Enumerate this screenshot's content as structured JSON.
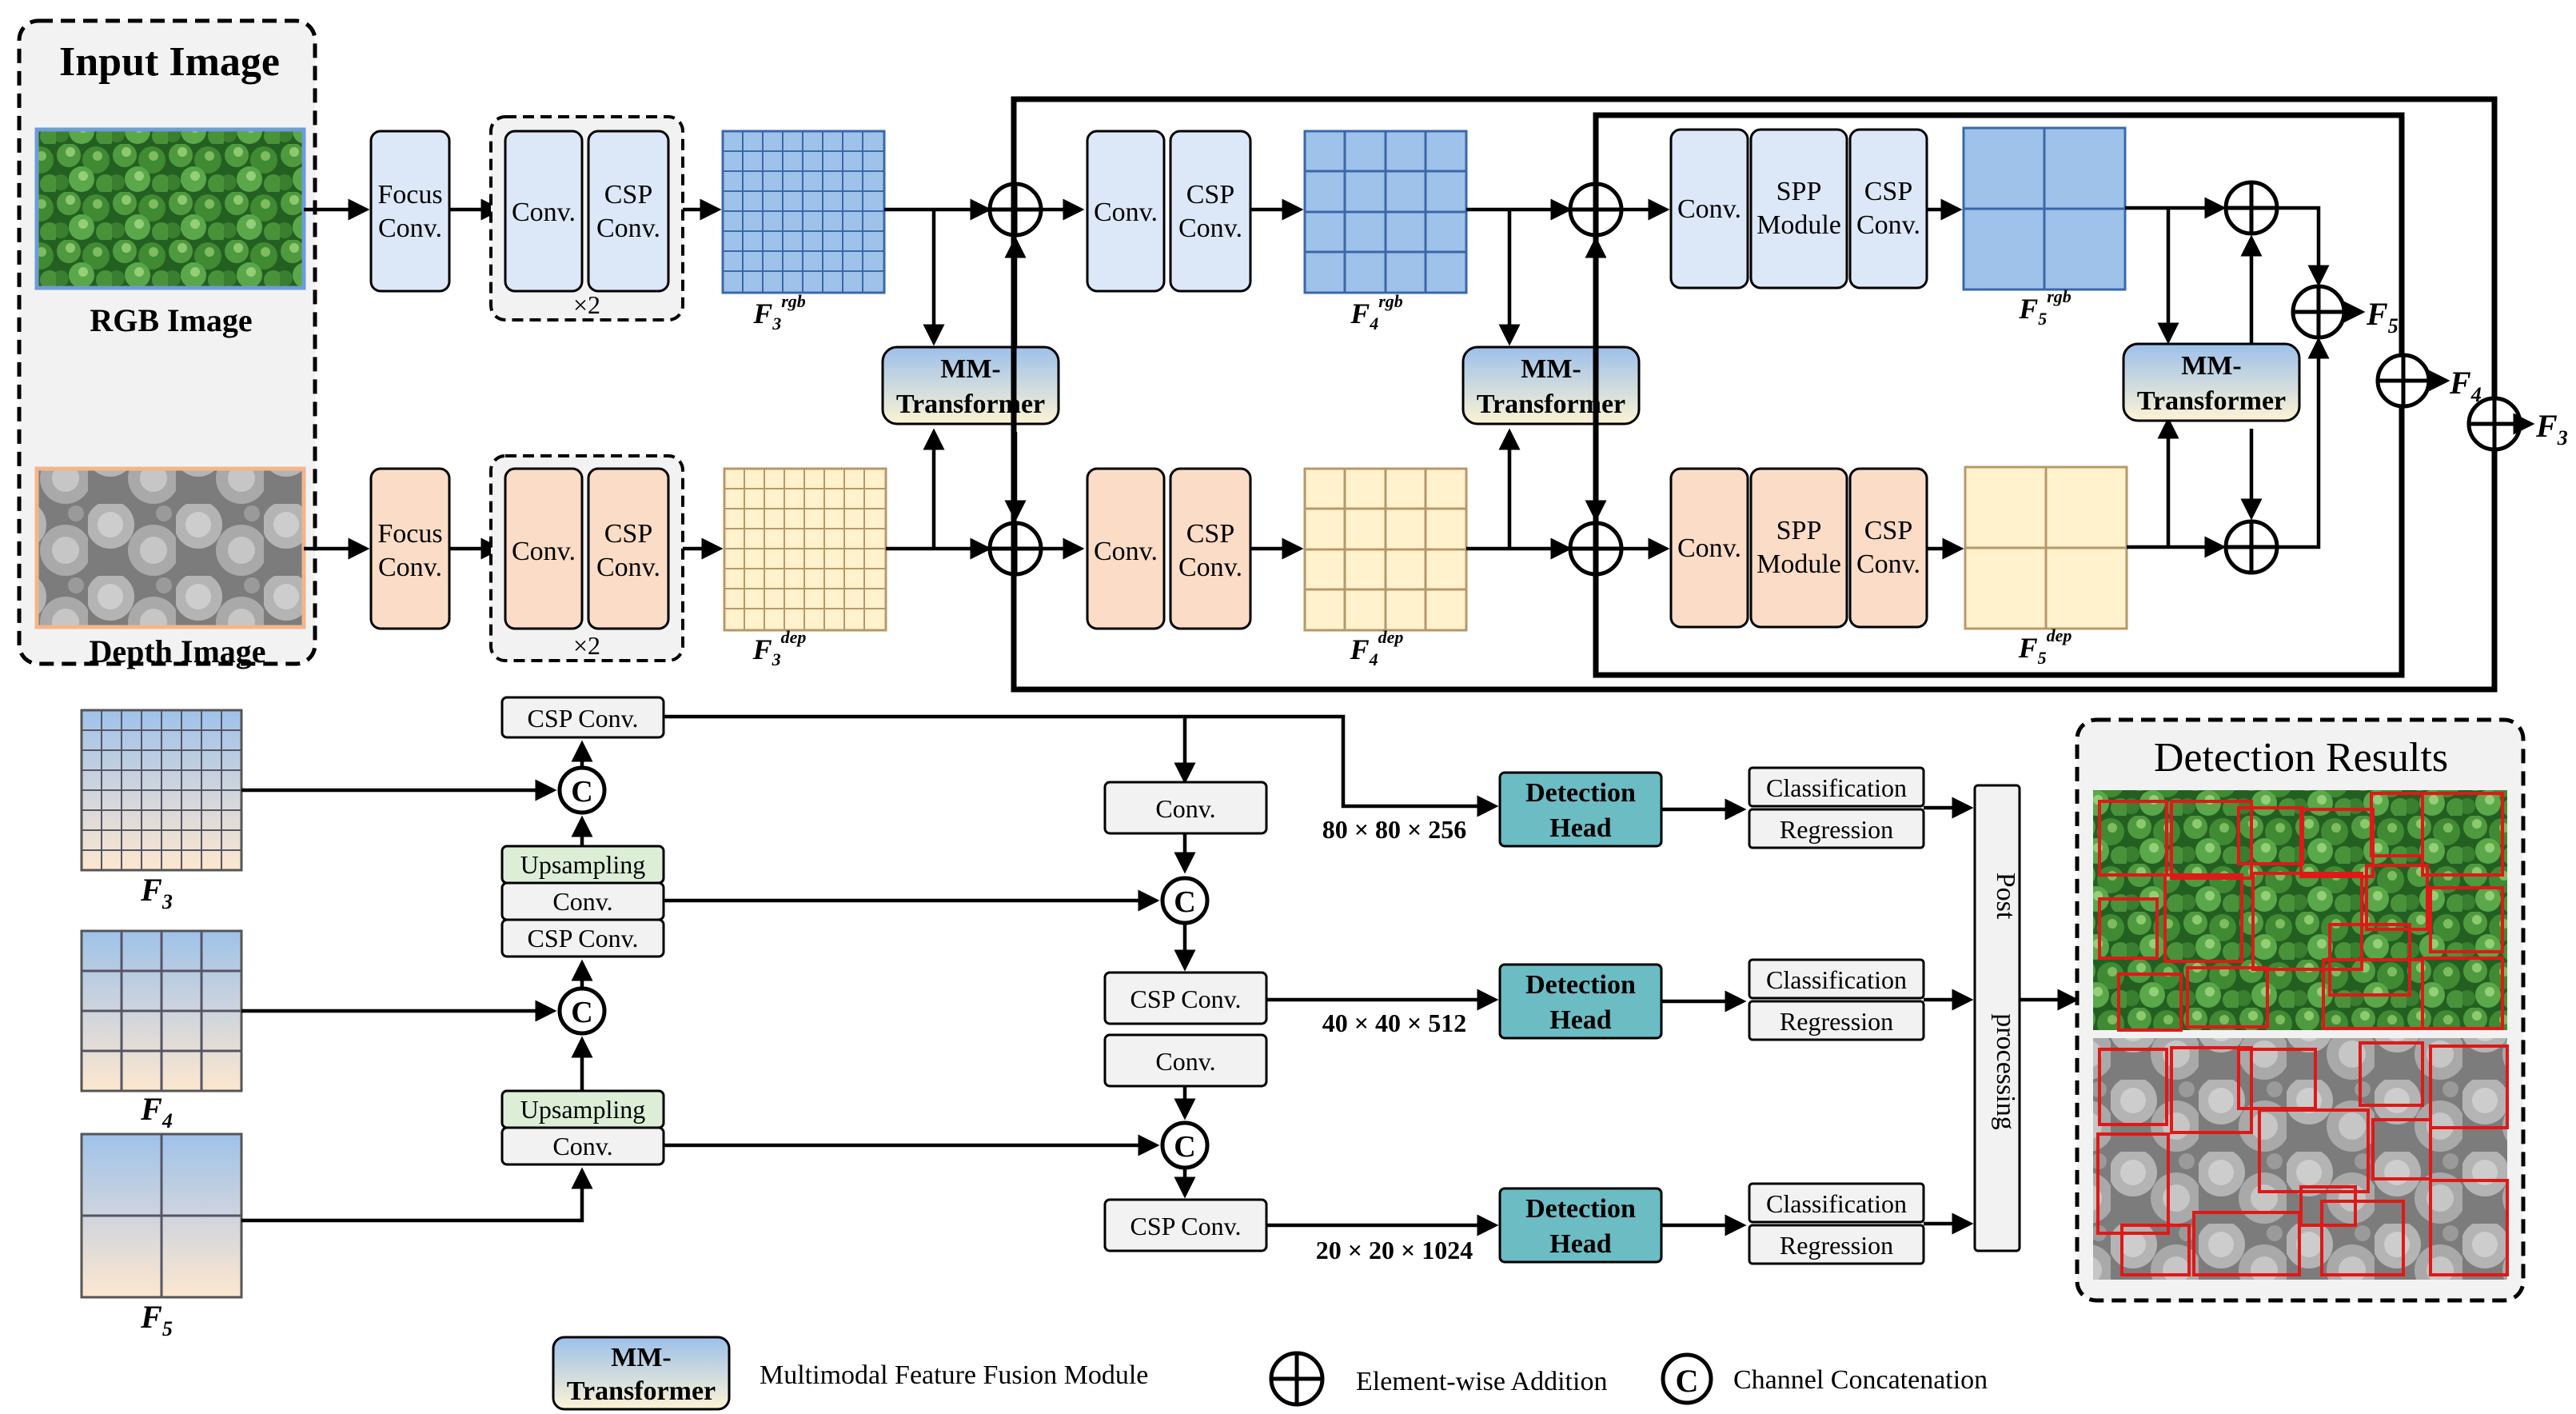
{
  "input": {
    "title": "Input Image",
    "rgb_caption": "RGB Image",
    "depth_caption": "Depth Image"
  },
  "backbone": {
    "focus_conv": [
      "Focus",
      "Conv."
    ],
    "conv": "Conv.",
    "csp_conv": [
      "CSP",
      "Conv."
    ],
    "repeat": "×2",
    "mm_transformer": [
      "MM-",
      "Transformer"
    ],
    "spp_module": [
      "SPP",
      "Module"
    ],
    "features": {
      "f3_rgb": {
        "base": "F",
        "sub": "3",
        "sup": "rgb"
      },
      "f3_dep": {
        "base": "F",
        "sub": "3",
        "sup": "dep"
      },
      "f4_rgb": {
        "base": "F",
        "sub": "4",
        "sup": "rgb"
      },
      "f4_dep": {
        "base": "F",
        "sub": "4",
        "sup": "dep"
      },
      "f5_rgb": {
        "base": "F",
        "sub": "5",
        "sup": "rgb"
      },
      "f5_dep": {
        "base": "F",
        "sub": "5",
        "sup": "dep"
      }
    },
    "fused_outputs": [
      {
        "base": "F",
        "sub": "5"
      },
      {
        "base": "F",
        "sub": "4"
      },
      {
        "base": "F",
        "sub": "3"
      }
    ]
  },
  "neck": {
    "csp_conv": "CSP Conv.",
    "conv": "Conv.",
    "upsampling": "Upsampling",
    "concat_symbol": "C",
    "features": [
      {
        "base": "F",
        "sub": "3"
      },
      {
        "base": "F",
        "sub": "4"
      },
      {
        "base": "F",
        "sub": "5"
      }
    ]
  },
  "heads": [
    {
      "label": [
        "Detection",
        "Head"
      ],
      "size": "80 × 80 × 256",
      "outputs": [
        "Classification",
        "Regression"
      ]
    },
    {
      "label": [
        "Detection",
        "Head"
      ],
      "size": "40 × 40 × 512",
      "outputs": [
        "Classification",
        "Regression"
      ]
    },
    {
      "label": [
        "Detection",
        "Head"
      ],
      "size": "20 × 20 × 1024",
      "outputs": [
        "Classification",
        "Regression"
      ]
    }
  ],
  "post_processing": [
    "Post",
    "processing"
  ],
  "results": {
    "title": "Detection Results"
  },
  "legend": {
    "module_label": [
      "MM-",
      "Transformer"
    ],
    "module_desc": "Multimodal Feature Fusion Module",
    "addition_desc": "Element-wise Addition",
    "concat_symbol": "C",
    "concat_desc": "Channel Concatenation"
  },
  "colors": {
    "rgb_fill": "#dce8f8",
    "rgb_stroke": "#6e9cd6",
    "depth_fill": "#fbdcc6",
    "feature_rgb_fill": "#9fc2ea",
    "feature_dep_fill": "#fff2cc",
    "detection_head": "#6bbcc3",
    "upsampling": "#dcefd6",
    "panel_gray": "#f2f2f2",
    "box_red": "#e01818"
  }
}
